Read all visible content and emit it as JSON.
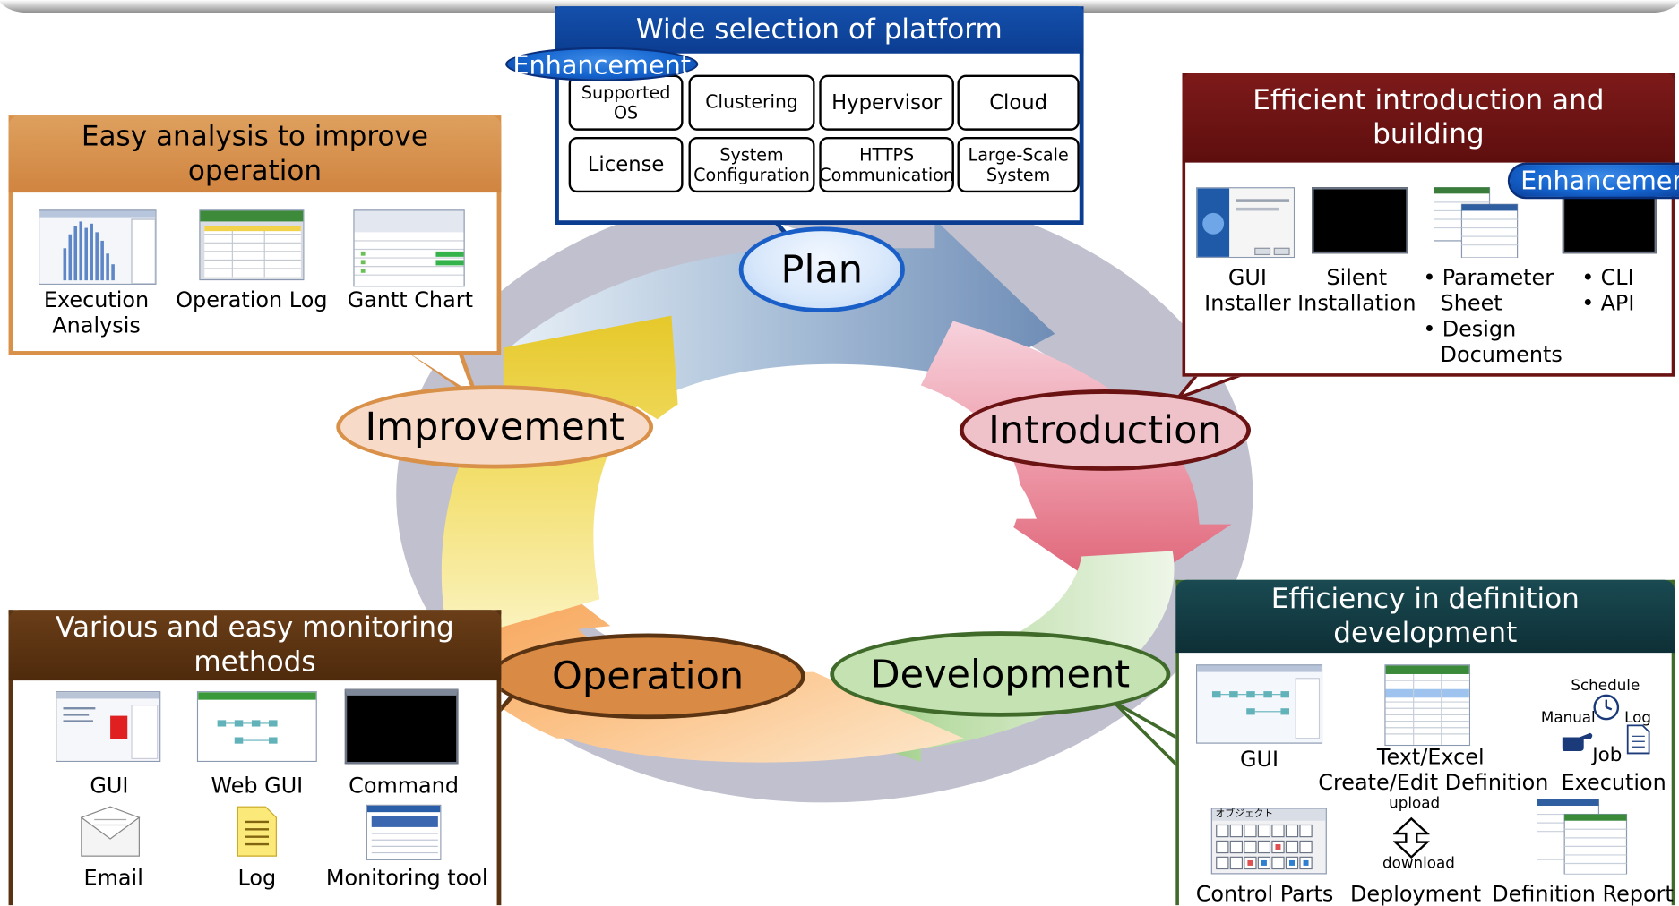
{
  "colors": {
    "plan_blue": "#0b3d91",
    "improvement_orange": "#d9914a",
    "introduction_maroon": "#6b1212",
    "development_green": "#3f6a2a",
    "monitoring_brown": "#5a3312",
    "definition_teal": "#123a42",
    "enhancement_badge": "#1565d0"
  },
  "cycle": {
    "plan": "Plan",
    "improvement": "Improvement",
    "introduction": "Introduction",
    "operation": "Operation",
    "development": "Development"
  },
  "platform": {
    "title": "Wide selection of platform",
    "badge": "Enhancement",
    "cells": [
      [
        "Supported",
        "OS"
      ],
      [
        "Clustering",
        ""
      ],
      [
        "Hypervisor",
        ""
      ],
      [
        "Cloud",
        ""
      ],
      [
        "License",
        ""
      ],
      [
        "System",
        "Configuration"
      ],
      [
        "HTTPS",
        "Communication"
      ],
      [
        "Large-Scale",
        "System"
      ]
    ]
  },
  "analysis": {
    "title_l1": "Easy analysis to improve",
    "title_l2": "operation",
    "items": [
      {
        "l1": "Execution",
        "l2": "Analysis",
        "icon": "execution-analysis-screenshot"
      },
      {
        "l1": "Operation Log",
        "l2": "",
        "icon": "operation-log-screenshot"
      },
      {
        "l1": "Gantt Chart",
        "l2": "",
        "icon": "gantt-chart-screenshot"
      }
    ]
  },
  "introduction": {
    "title_l1": "Efficient introduction and",
    "title_l2": "building",
    "badge": "Enhancemen",
    "gui_l1": "GUI",
    "gui_l2": "Installer",
    "silent_l1": "Silent",
    "silent_l2": "Installation",
    "param_items": [
      "Parameter",
      "Sheet",
      "Design",
      "Documents"
    ],
    "cli_items": [
      "CLI",
      "API"
    ]
  },
  "monitoring": {
    "title_l1": "Various and easy monitoring",
    "title_l2": "methods",
    "items": [
      {
        "label": "GUI",
        "icon": "gui-screenshot"
      },
      {
        "label": "Web GUI",
        "icon": "web-gui-screenshot"
      },
      {
        "label": "Command",
        "icon": "command-terminal"
      },
      {
        "label": "Email",
        "icon": "email-envelope-icon"
      },
      {
        "label": "Log",
        "icon": "log-document-icon"
      },
      {
        "label": "Monitoring tool",
        "icon": "monitoring-tool-screenshot"
      }
    ]
  },
  "definition": {
    "title_l1": "Efficiency in definition",
    "title_l2": "development",
    "gui": "GUI",
    "text_excel_l1": "Text/Excel",
    "text_excel_l2": "Create/Edit Definition",
    "schedule": "Schedule",
    "manual": "Manual",
    "log": "Log",
    "job": "Job",
    "execution": "Execution",
    "control_parts": "Control Parts",
    "upload": "upload",
    "download": "download",
    "deployment": "Deployment",
    "definition_report": "Definition Report",
    "control_parts_title": "オブジェクト"
  }
}
